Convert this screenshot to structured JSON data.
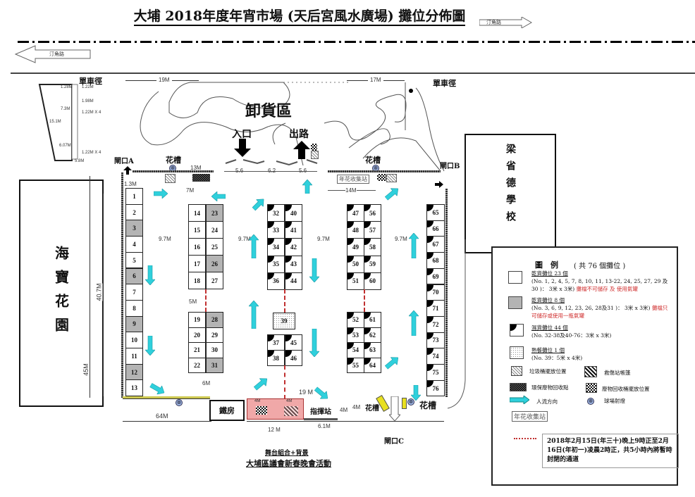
{
  "title": "大埔 2018年度年宵市場 (天后宮風水廣場) 攤位分佈圖",
  "roads": {
    "top_right": "汀角路",
    "top_left": "汀角路"
  },
  "labels": {
    "bike_path_left": "單車徑",
    "bike_path_right": "單車徑",
    "unloading_area": "卸貨區",
    "entrance": "入口",
    "exit": "出路",
    "gate_a": "閘口A",
    "gate_b": "閘口B",
    "gate_c": "閘口C",
    "planter_1": "花槽",
    "planter_2": "花槽",
    "planter_3": "花槽",
    "planter_4": "花槽",
    "flower_collection": "年花收集站",
    "left_building": "海寶花園",
    "right_building": "梁省德學校",
    "iron_room": "鐵房",
    "command_post": "指揮站",
    "stage_caption": "舞台組合+背景",
    "event_caption": "大埔區議會新春晚會活動"
  },
  "dimensions": {
    "d19m_top": "19M",
    "d17m_top": "17M",
    "d13m": "13M",
    "gap1": "5.6",
    "gap2": "6.2",
    "gap3": "5.6",
    "d14m": "14M",
    "d7m": "7M",
    "aisle1": "9.7M",
    "aisle2": "9.7M",
    "aisle3": "9.7M",
    "aisle4": "9.7M",
    "d5m": "5M",
    "d6m": "6M",
    "d40_7m": "40.7M",
    "d45m": "45M",
    "d64m": "64M",
    "d19m_bottom": "19 M",
    "d12m": "12 M",
    "d6_1m": "6.1M",
    "d4m_a": "4M",
    "d4m_b": "4M",
    "d4m_stage1": "4M",
    "d4m_stage2": "4M",
    "d1_3m": "1.3M",
    "kiosk": [
      "1.28M",
      "1.22M",
      "1.98M",
      "7.3M",
      "1.22M X 4",
      "15.1M",
      "6.07M",
      "1.22M X 4",
      "5.8M"
    ]
  },
  "stalls": {
    "col_a": [
      [
        "1",
        "dry"
      ],
      [
        "2",
        "dry"
      ],
      [
        "3",
        "dry-gas"
      ],
      [
        "4",
        "dry"
      ],
      [
        "5",
        "dry"
      ],
      [
        "6",
        "dry-gas"
      ],
      [
        "7",
        "dry"
      ],
      [
        "8",
        "dry"
      ],
      [
        "9",
        "dry-gas"
      ],
      [
        "10",
        "dry"
      ],
      [
        "11",
        "dry"
      ],
      [
        "12",
        "dry-gas"
      ],
      [
        "13",
        "dry"
      ]
    ],
    "block_b_left": [
      [
        "14",
        "dry"
      ],
      [
        "15",
        "dry"
      ],
      [
        "16",
        "dry"
      ],
      [
        "17",
        "dry"
      ],
      [
        "18",
        "dry"
      ]
    ],
    "block_b_right": [
      [
        "23",
        "dry-gas"
      ],
      [
        "24",
        "dry"
      ],
      [
        "25",
        "dry"
      ],
      [
        "26",
        "dry-gas"
      ],
      [
        "27",
        "dry"
      ]
    ],
    "block_c_left": [
      [
        "19",
        "dry"
      ],
      [
        "20",
        "dry"
      ],
      [
        "21",
        "dry"
      ],
      [
        "22",
        "dry"
      ]
    ],
    "block_c_right": [
      [
        "28",
        "dry-gas"
      ],
      [
        "29",
        "dry"
      ],
      [
        "30",
        "dry"
      ],
      [
        "31",
        "dry-gas"
      ]
    ],
    "block_d_left": [
      [
        "32",
        "wet"
      ],
      [
        "33",
        "wet"
      ],
      [
        "34",
        "wet"
      ],
      [
        "35",
        "wet"
      ],
      [
        "36",
        "wet"
      ]
    ],
    "block_d_right": [
      [
        "40",
        "wet"
      ],
      [
        "41",
        "wet"
      ],
      [
        "42",
        "wet"
      ],
      [
        "43",
        "wet"
      ],
      [
        "44",
        "wet"
      ]
    ],
    "cooked": [
      [
        "39",
        "cooked"
      ]
    ],
    "block_e_left": [
      [
        "37",
        "wet"
      ],
      [
        "38",
        "wet"
      ]
    ],
    "block_e_right": [
      [
        "45",
        "wet"
      ],
      [
        "46",
        "wet"
      ]
    ],
    "block_f_left": [
      [
        "47",
        "wet"
      ],
      [
        "48",
        "wet"
      ],
      [
        "49",
        "wet"
      ],
      [
        "50",
        "wet"
      ],
      [
        "51",
        "wet"
      ]
    ],
    "block_f_right": [
      [
        "56",
        "wet"
      ],
      [
        "57",
        "wet"
      ],
      [
        "58",
        "wet"
      ],
      [
        "59",
        "wet"
      ],
      [
        "60",
        "wet"
      ]
    ],
    "block_g_left": [
      [
        "52",
        "wet"
      ],
      [
        "53",
        "wet"
      ],
      [
        "54",
        "wet"
      ],
      [
        "55",
        "wet"
      ]
    ],
    "block_g_right": [
      [
        "61",
        "wet"
      ],
      [
        "62",
        "wet"
      ],
      [
        "63",
        "wet"
      ],
      [
        "64",
        "wet"
      ]
    ],
    "col_h": [
      [
        "65",
        "wet"
      ],
      [
        "66",
        "wet"
      ],
      [
        "67",
        "wet"
      ],
      [
        "68",
        "wet"
      ],
      [
        "69",
        "wet"
      ],
      [
        "70",
        "wet"
      ],
      [
        "71",
        "wet"
      ],
      [
        "72",
        "wet"
      ],
      [
        "73",
        "wet"
      ],
      [
        "74",
        "wet"
      ],
      [
        "75",
        "wet"
      ],
      [
        "76",
        "wet"
      ]
    ]
  },
  "legend": {
    "title": "圖　例",
    "total": "( 共 76 個攤位 )",
    "dry": {
      "head": "乾貨攤位 23 個",
      "detail": "(No. 1, 2, 4, 5, 7, 8, 10, 11, 13-22, 24, 25, 27, 29 及 30 )： 3米 x 3米)",
      "note": "攤檔不可儲存 及 使用氣罐"
    },
    "dry_gas": {
      "head": "乾貨攤位 8 個",
      "detail": "(No. 3, 6, 9, 12, 23, 26, 28及31 )： 3米 x 3米)",
      "note": "攤檔只可儲存或使用一瓶氣罐"
    },
    "wet": {
      "head": "濕貨攤位 44 個",
      "detail": "(No. 32-38及40-76：3米 x 3米)"
    },
    "cooked": {
      "head": "熟餐攤位 1 個",
      "detail": "(No. 39：5米 x 4米)"
    },
    "trash": "垃圾桶擺放位置",
    "first_aid": "救傷站帳篷",
    "eco_point": "環保廢物回收點",
    "recycle_bin": "廢物回收桶擺放位置",
    "flow": "人流方向",
    "lamp": "球場射燈",
    "flower_station": "年花收集站",
    "closure": "2018年2月15日(年三十)晚上9時正至2月16日(年初一)凌晨2時正，共5小時內將暫時封閉的通道"
  },
  "colors": {
    "arrow": "#2fd0dc",
    "grey_stall": "#b4b4b4",
    "closure_line": "#c03030",
    "stage": "#f0a0a0",
    "planter_yellow": "#e8e020"
  }
}
